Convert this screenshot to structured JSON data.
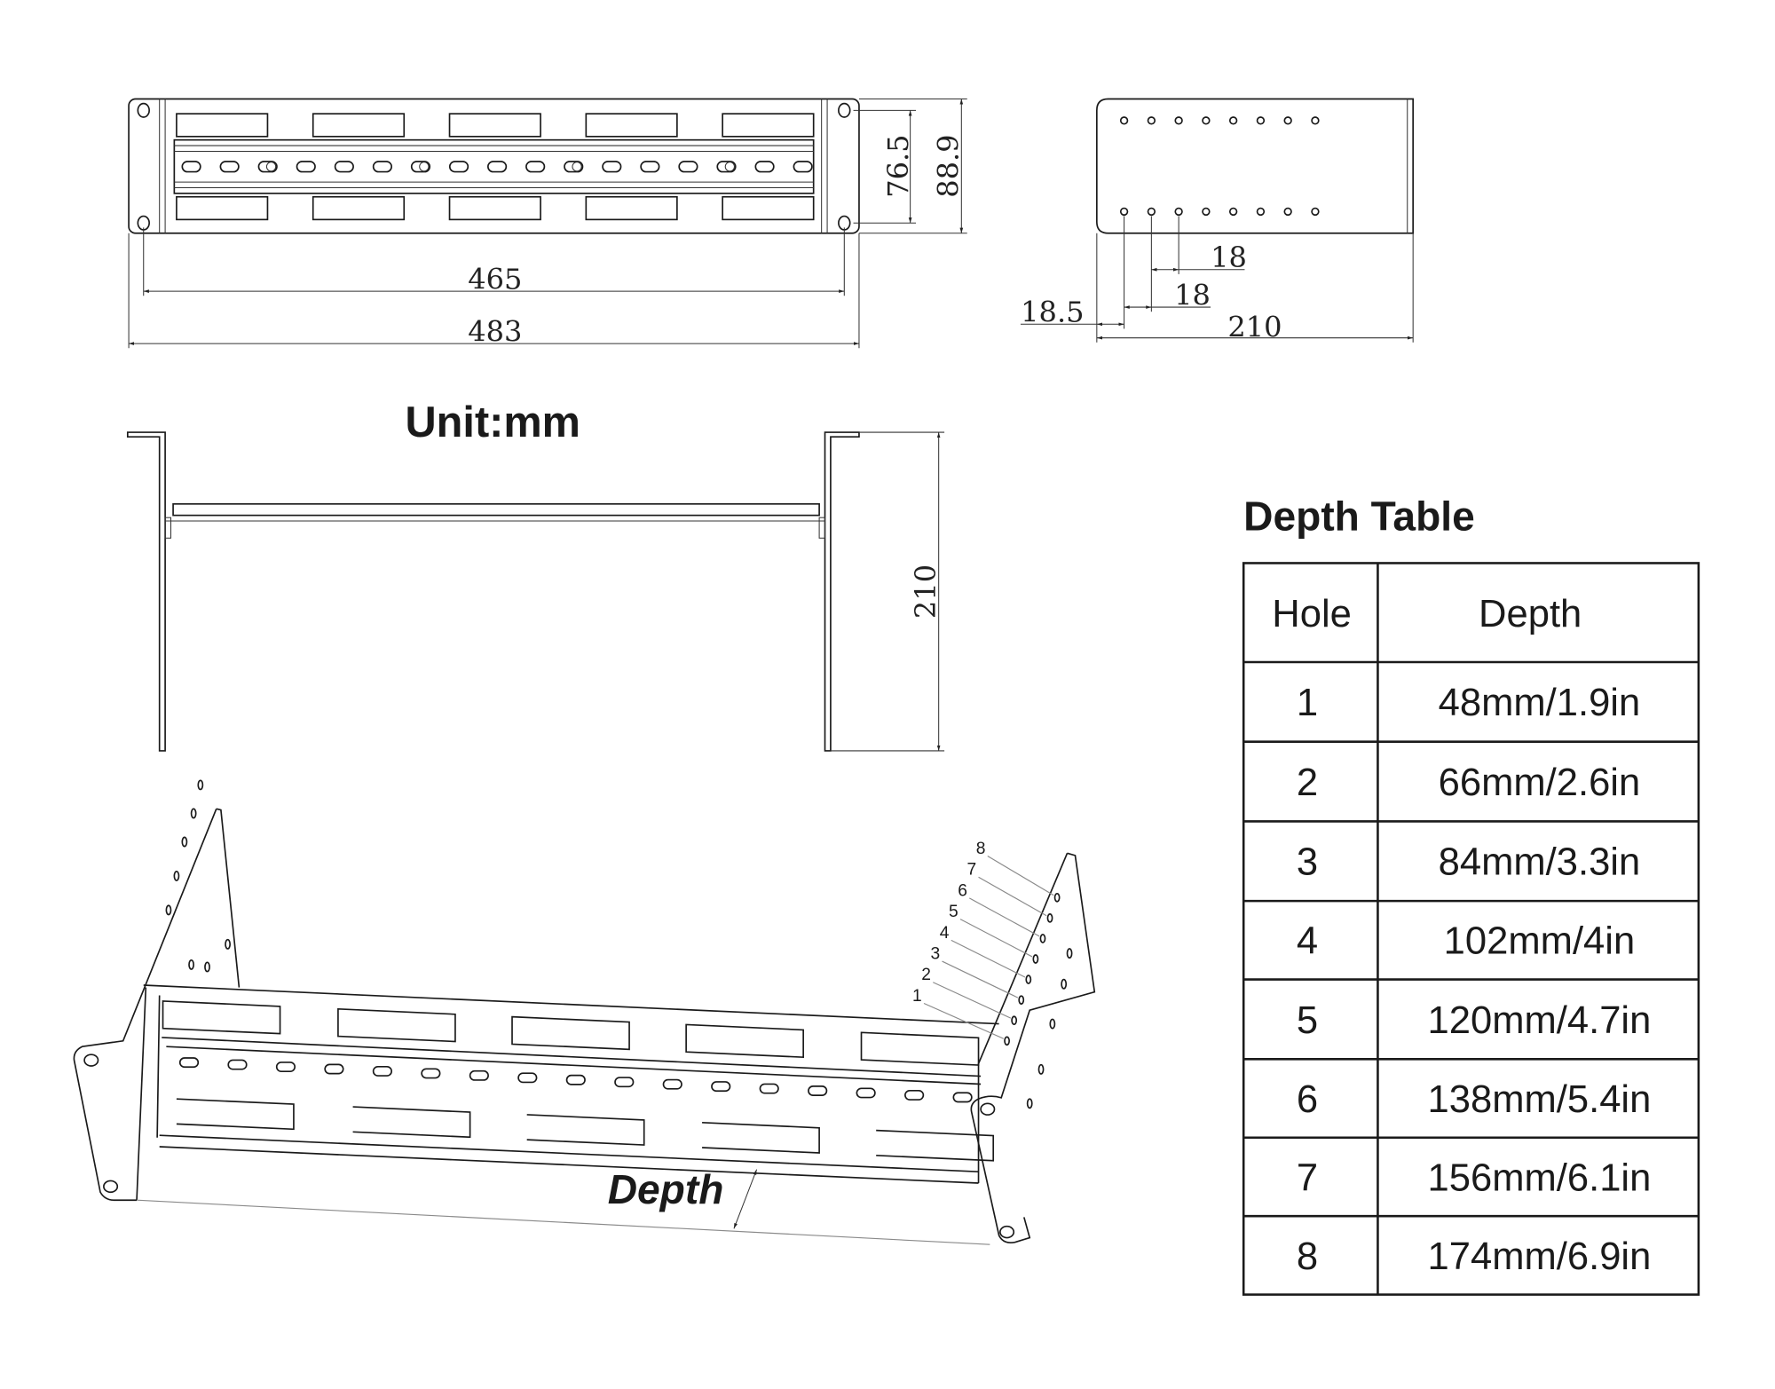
{
  "title": "Unit:mm",
  "front_view": {
    "dim_hole_spacing_height": "76.5",
    "dim_total_height": "88.9",
    "dim_hole_spacing_width": "465",
    "dim_total_width": "483"
  },
  "side_view": {
    "dim_spacing_a": "18",
    "dim_spacing_b": "18",
    "dim_first_hole": "18.5",
    "dim_depth": "210"
  },
  "top_view": {
    "dim_depth": "210"
  },
  "iso_view": {
    "depth_label": "Depth",
    "hole_labels": [
      "1",
      "2",
      "3",
      "4",
      "5",
      "6",
      "7",
      "8"
    ]
  },
  "depth_table": {
    "title": "Depth Table",
    "headers": [
      "Hole",
      "Depth"
    ],
    "rows": [
      {
        "hole": "1",
        "depth": "48mm/1.9in"
      },
      {
        "hole": "2",
        "depth": "66mm/2.6in"
      },
      {
        "hole": "3",
        "depth": "84mm/3.3in"
      },
      {
        "hole": "4",
        "depth": "102mm/4in"
      },
      {
        "hole": "5",
        "depth": "120mm/4.7in"
      },
      {
        "hole": "6",
        "depth": "138mm/5.4in"
      },
      {
        "hole": "7",
        "depth": "156mm/6.1in"
      },
      {
        "hole": "8",
        "depth": "174mm/6.9in"
      }
    ]
  }
}
